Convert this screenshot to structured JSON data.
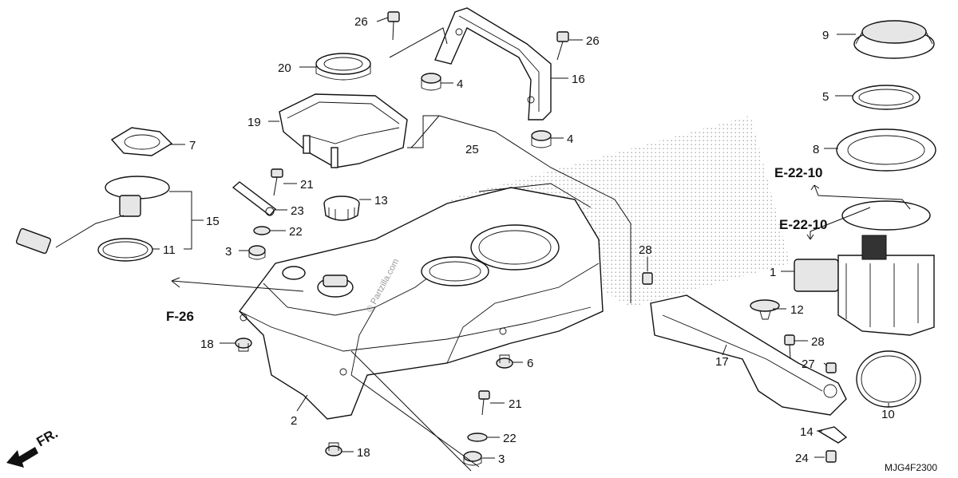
{
  "diagram": {
    "code": "MJG4F2300",
    "watermark": "© Partzilla.com",
    "front_label": "FR.",
    "refs": {
      "e22a": "E-22-10",
      "e22b": "E-22-10",
      "f26": "F-26"
    },
    "callouts": {
      "c1": "1",
      "c2": "2",
      "c3a": "3",
      "c3b": "3",
      "c4a": "4",
      "c4b": "4",
      "c5": "5",
      "c6": "6",
      "c7": "7",
      "c8": "8",
      "c9": "9",
      "c10": "10",
      "c11": "11",
      "c12": "12",
      "c13": "13",
      "c14": "14",
      "c15": "15",
      "c16": "16",
      "c17": "17",
      "c18a": "18",
      "c18b": "18",
      "c19": "19",
      "c20": "20",
      "c21a": "21",
      "c21b": "21",
      "c22a": "22",
      "c22b": "22",
      "c23": "23",
      "c24": "24",
      "c25": "25",
      "c26a": "26",
      "c26b": "26",
      "c27": "27",
      "c28a": "28",
      "c28b": "28"
    }
  }
}
